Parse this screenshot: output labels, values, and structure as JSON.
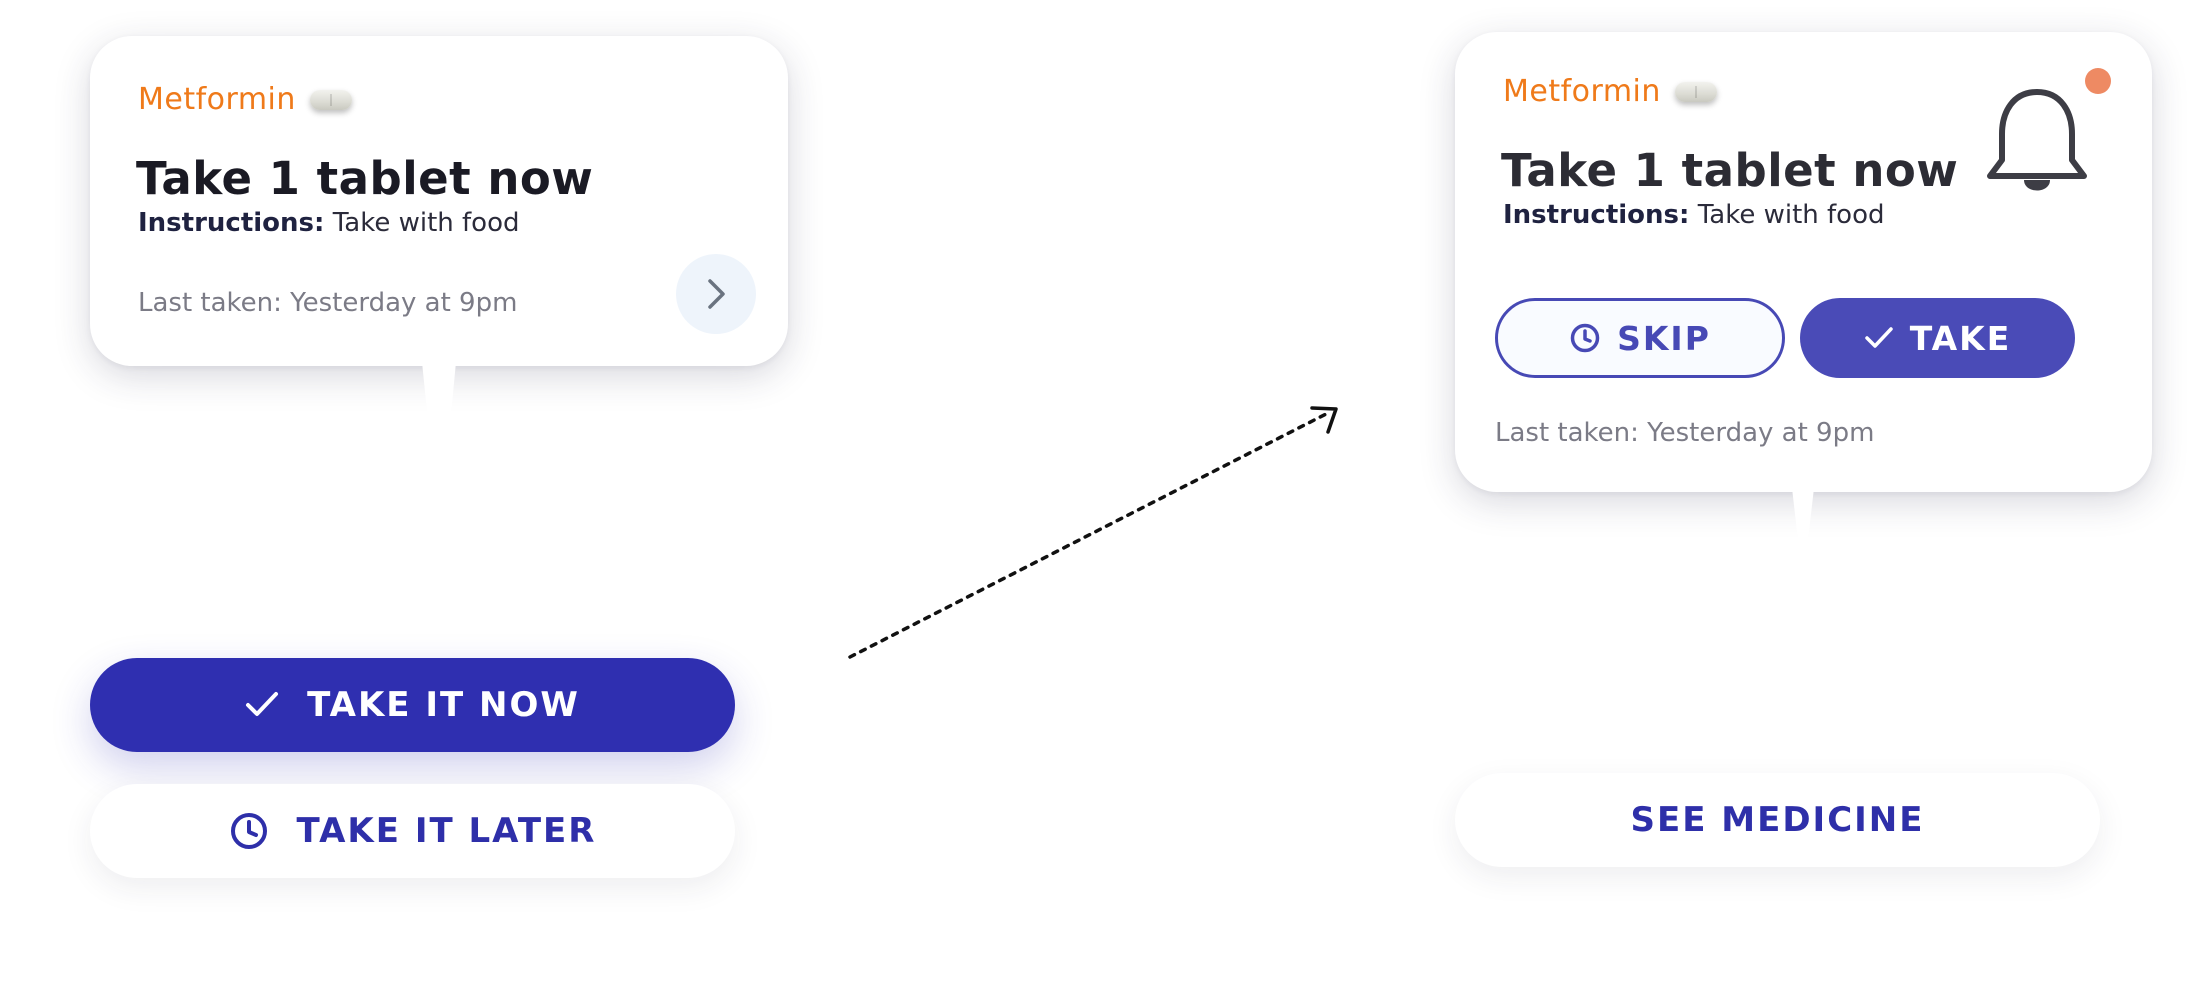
{
  "left_card": {
    "medicine_name": "Metformin",
    "title": "Take 1 tablet now",
    "instructions_label": "Instructions:",
    "instructions_value": "Take with food",
    "last_taken": "Last taken: Yesterday at 9pm"
  },
  "left_actions": {
    "take_now_label": "TAKE IT NOW",
    "take_later_label": "TAKE IT LATER"
  },
  "right_card": {
    "medicine_name": "Metformin",
    "title": "Take 1 tablet now",
    "instructions_label": "Instructions:",
    "instructions_value": "Take with food",
    "skip_label": "SKIP",
    "take_label": "TAKE",
    "last_taken": "Last taken: Yesterday at 9pm"
  },
  "right_actions": {
    "see_medicine_label": "SEE MEDICINE"
  },
  "colors": {
    "primary": "#2f2fb0",
    "primary_light": "#4a4bb7",
    "medicine_accent": "#ef7a1a",
    "notification_dot": "#ee8a63"
  },
  "icons": {
    "pill": "pill-icon",
    "chevron": "chevron-right-icon",
    "bell": "bell-icon",
    "clock": "clock-icon",
    "check": "check-icon",
    "arrow": "dotted-arrow-icon"
  }
}
